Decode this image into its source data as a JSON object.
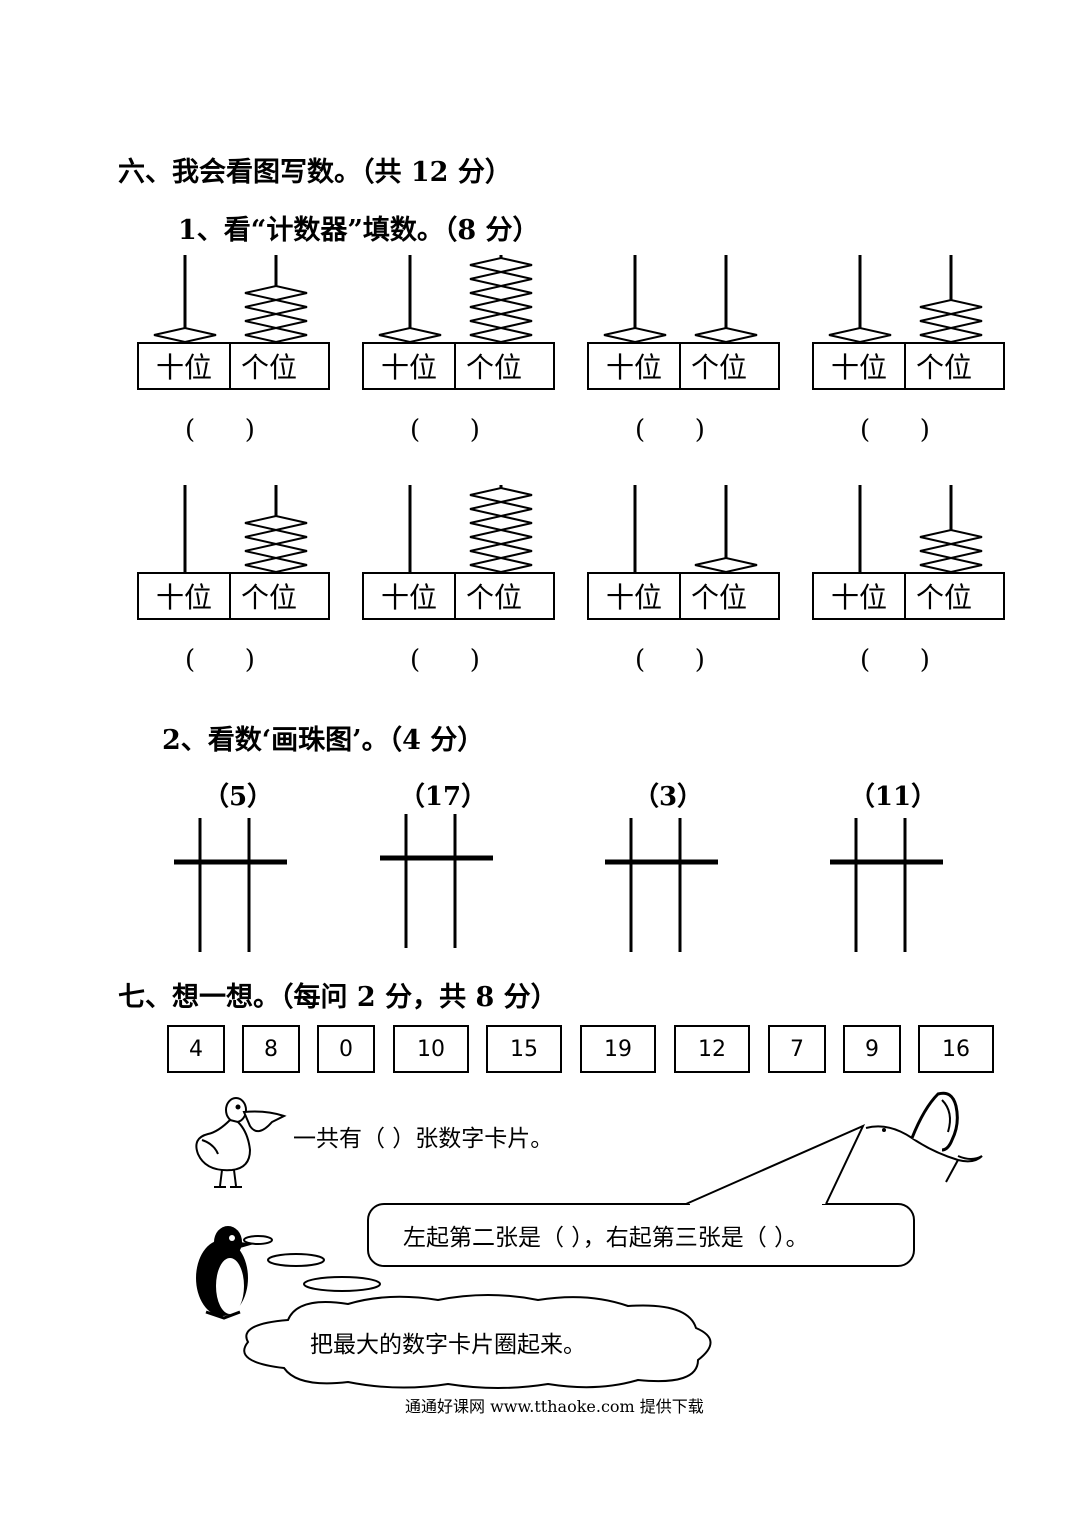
{
  "section6": {
    "title": "六、我会看图写数。（共 12 分）",
    "part1_title": "1、看“计数器”填数。（8 分）",
    "part2_title": "2、看数‘画珠图’。（4 分）",
    "tens_label": "十位",
    "ones_label": "个位",
    "answer_blank": "(      )",
    "counters": [
      {
        "tens": 1,
        "ones": 4
      },
      {
        "tens": 1,
        "ones": 6
      },
      {
        "tens": 1,
        "ones": 1
      },
      {
        "tens": 1,
        "ones": 3
      },
      {
        "tens": 0,
        "ones": 4
      },
      {
        "tens": 0,
        "ones": 6
      },
      {
        "tens": 0,
        "ones": 1
      },
      {
        "tens": 0,
        "ones": 3
      }
    ],
    "bead_numbers": [
      "（5）",
      "（17）",
      "（3）",
      "（11）"
    ]
  },
  "section7": {
    "title": "七、想一想。（每问 2 分，共 8 分）",
    "cards": [
      "4",
      "8",
      "0",
      "10",
      "15",
      "19",
      "12",
      "7",
      "9",
      "16"
    ],
    "q1": "一共有（    ）张数字卡片。",
    "q2": "左起第二张是（      ），右起第三张是（      ）。",
    "q3": "把最大的数字卡片圈起来。"
  },
  "footer": "通通好课网  www.tthaoke.com  提供下载"
}
